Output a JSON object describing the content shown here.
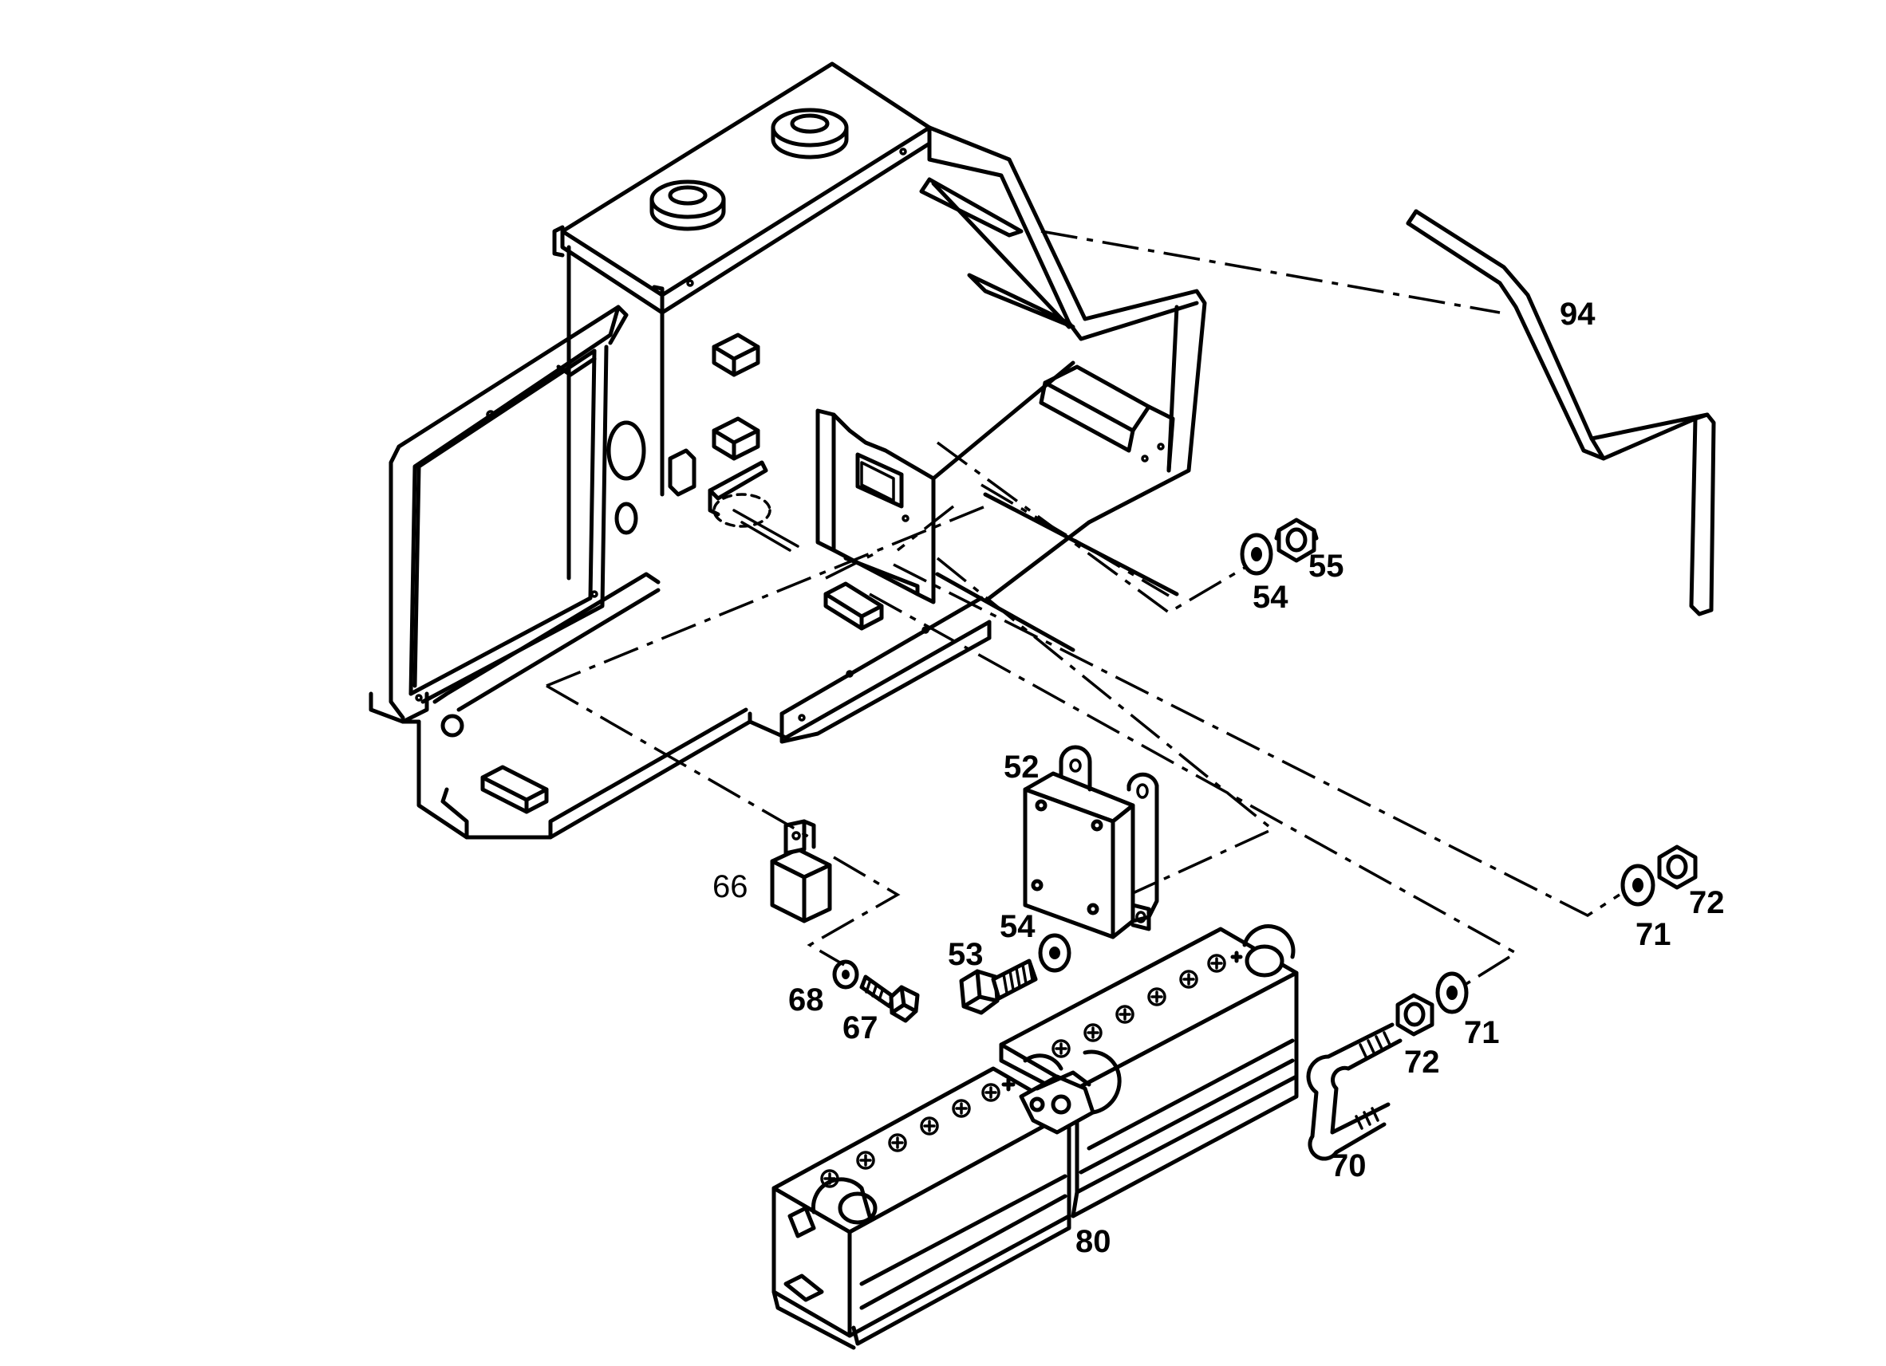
{
  "callouts": {
    "p94": "94",
    "p55": "55",
    "p54a": "54",
    "p52": "52",
    "p66": "66",
    "p54b": "54",
    "p53": "53",
    "p72a": "72",
    "p71a": "71",
    "p68": "68",
    "p67": "67",
    "p72b": "72",
    "p71b": "71",
    "p70": "70",
    "p80": "80"
  },
  "parts": {
    "frame": "battery-tray-frame",
    "bar": "bent-holding-bar",
    "relay": "relay-box",
    "switch": "small-relay",
    "batteries": "battery-pair",
    "ubolt": "u-bolt"
  }
}
